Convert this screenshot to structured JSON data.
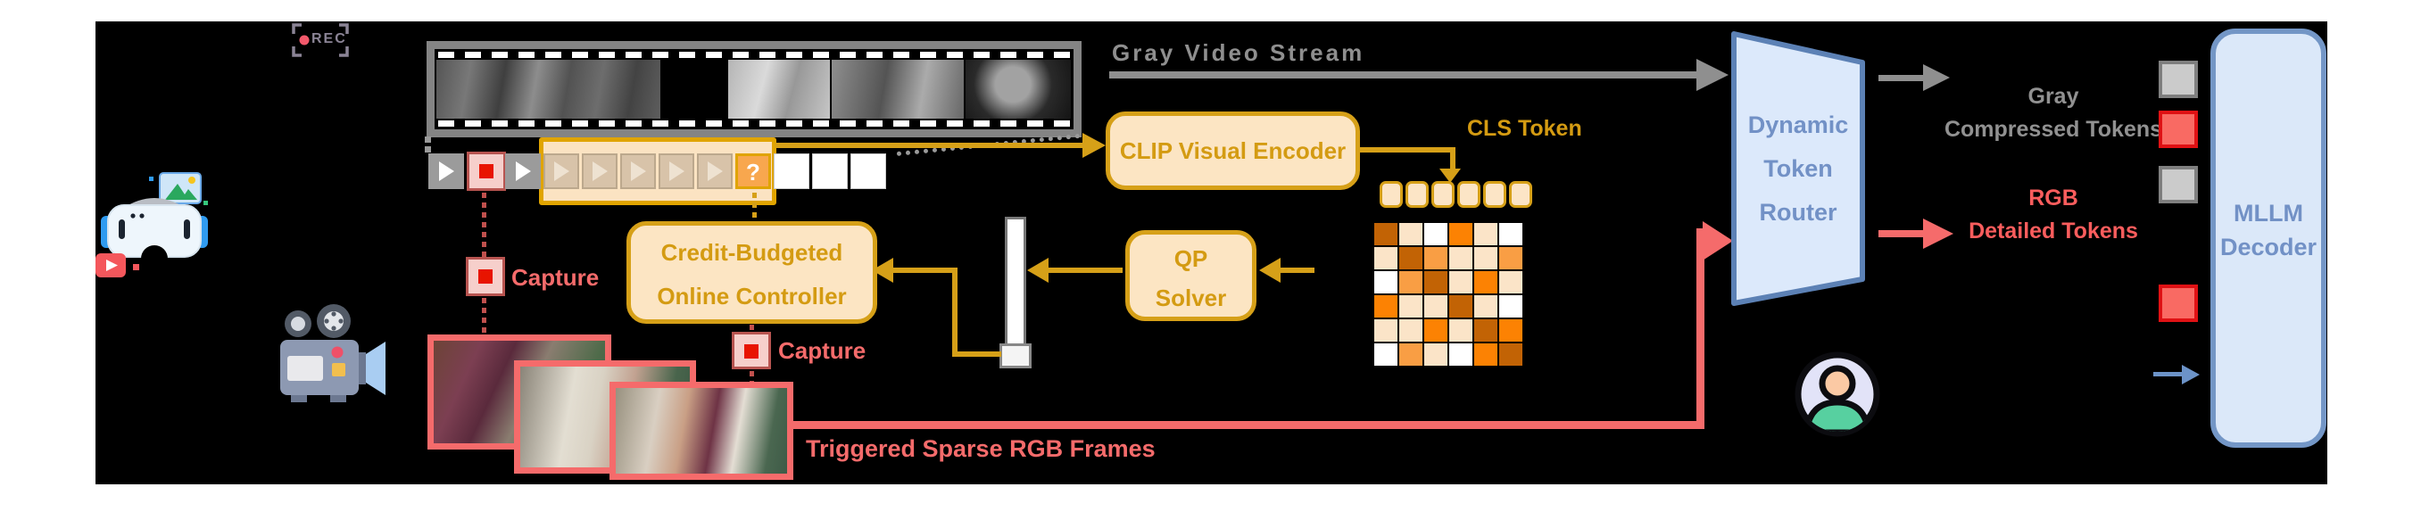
{
  "scene": {
    "rec_label": "REC",
    "gray_stream_label": "Gray Video Stream",
    "clip_box_label": "CLIP Visual Encoder",
    "cls_token_label": "CLS Token",
    "qp_line1": "QP",
    "qp_line2": "Solver",
    "controller_line1": "Credit-Budgeted",
    "controller_line2": "Online Controller",
    "capture1_label": "Capture",
    "capture2_label": "Capture",
    "router_line1": "Dynamic",
    "router_line2": "Token",
    "router_line3": "Router",
    "gray_out_line1": "Gray",
    "gray_out_line2": "Compressed Tokens",
    "rgb_out_line1": "RGB",
    "rgb_out_line2": "Detailed Tokens",
    "decoder_line1": "MLLM",
    "decoder_line2": "Decoder",
    "triggered_label": "Triggered Sparse RGB Frames"
  },
  "timeline": {
    "question_mark": "?",
    "cells": [
      "play-gray",
      "capture",
      "play-gray",
      "play-tan",
      "play-tan",
      "play-tan",
      "play-tan",
      "play-tan",
      "question",
      "empty",
      "empty",
      "empty"
    ]
  },
  "cls_row": {
    "count": 6
  },
  "token_grid": {
    "palette": {
      "d": "#C26305",
      "o": "#FC8203",
      "m": "#F99E44",
      "p": "#FBE4C8",
      "w": "#FFFFFF"
    },
    "rows": [
      [
        "d",
        "p",
        "w",
        "o",
        "p",
        "w"
      ],
      [
        "p",
        "d",
        "m",
        "p",
        "p",
        "m"
      ],
      [
        "w",
        "m",
        "d",
        "p",
        "o",
        "p"
      ],
      [
        "o",
        "p",
        "p",
        "d",
        "p",
        "w"
      ],
      [
        "p",
        "p",
        "o",
        "p",
        "d",
        "o"
      ],
      [
        "w",
        "m",
        "p",
        "w",
        "o",
        "d"
      ]
    ]
  },
  "token_column": {
    "items": [
      "gray",
      "red",
      "gray",
      "red"
    ],
    "tops": [
      44,
      100,
      162,
      295
    ]
  },
  "colors": {
    "accent_orange": "#D6A018",
    "orange_text": "#D49B12",
    "salmon": "#F56B6B",
    "gray": "#8F8F8F",
    "blue_text": "#7291C6",
    "blue_fill": "#DBE8F9",
    "blue_border": "#7396C6",
    "capture_red": "#E81400"
  },
  "icons": {
    "rec": "rec-icon",
    "vr_headset": "vr-headset-icon",
    "picture": "picture-icon",
    "video_play_badge": "video-play-badge-icon",
    "film_camera": "film-camera-icon",
    "user_avatar": "user-avatar-icon"
  }
}
